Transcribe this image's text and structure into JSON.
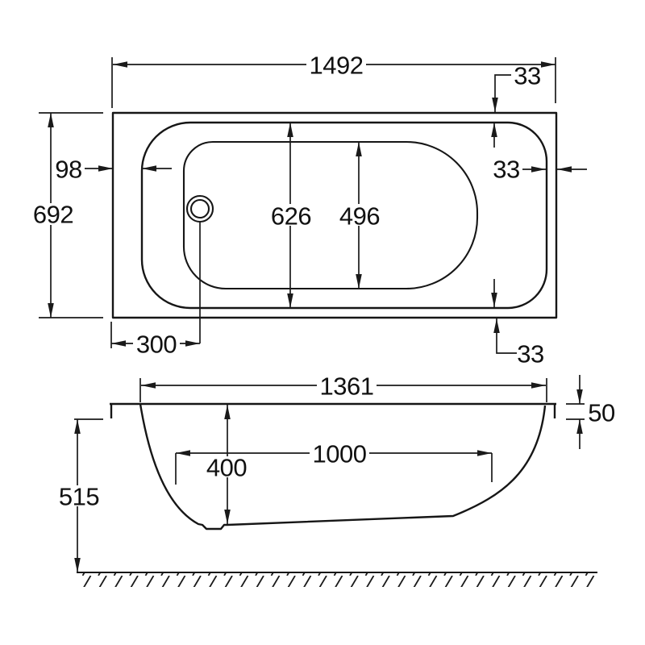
{
  "drawing": {
    "units_note": "",
    "line_color": "#161616",
    "background": "#ffffff"
  },
  "top_view": {
    "overall_length_mm": "1492",
    "overall_width_mm": "692",
    "rim_width_left_mm": "98",
    "rim_width_top_mm": "33",
    "rim_width_right_mm": "33",
    "rim_width_bottom_mm": "33",
    "inner_rim_width_mm": "626",
    "basin_width_mm": "496",
    "drain_offset_mm": "300"
  },
  "side_view": {
    "inner_length_top_mm": "1361",
    "rim_height_mm": "50",
    "base_length_mm": "1000",
    "inner_depth_mm": "400",
    "overall_height_mm": "515"
  }
}
